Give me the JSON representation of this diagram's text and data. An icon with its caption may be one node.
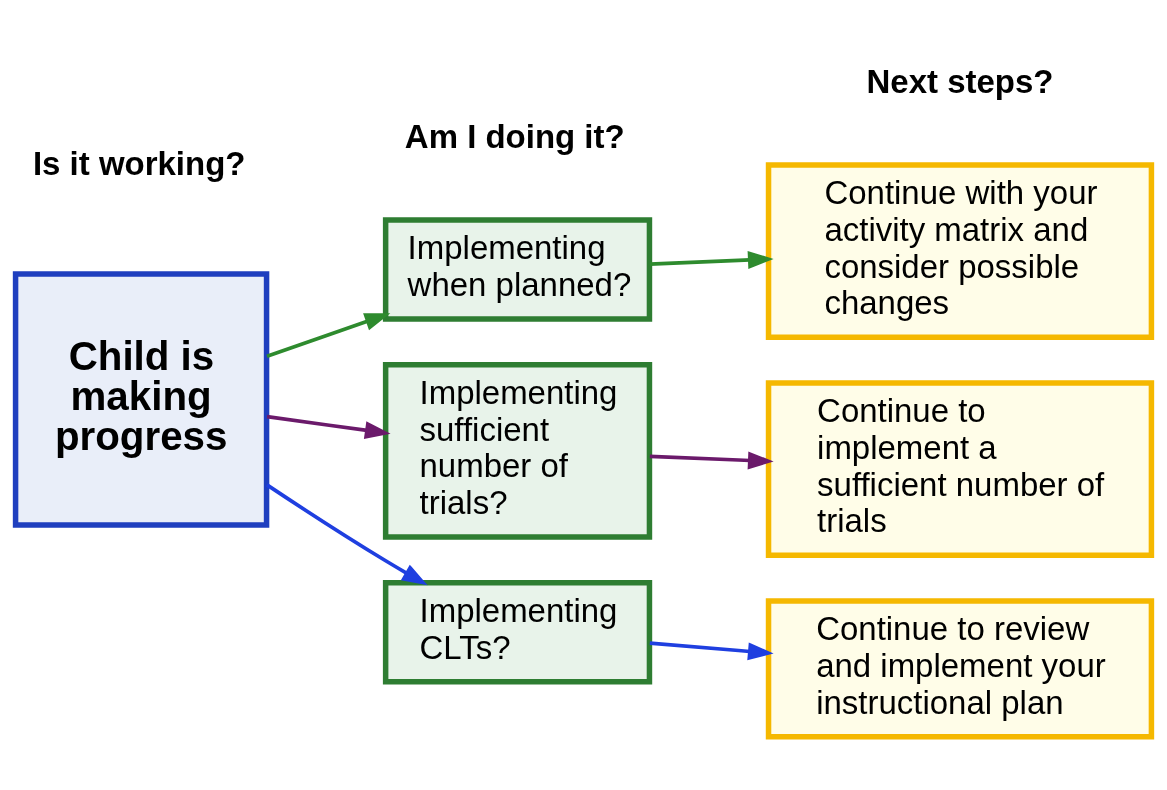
{
  "diagram": {
    "nodes": [
      {
        "text": [
          "Child is making progress"
        ]
      },
      {
        "text": [
          "Implementing when planned?"
        ]
      },
      {
        "text": [
          "Continue with your activity matrix and consider possible changes"
        ]
      },
      {
        "text": [
          "Implementing sufficient number of trials?"
        ]
      },
      {
        "text": [
          "Continue to implement a sufficient number of trials"
        ]
      },
      {
        "text": [
          "Implementing CLTs?"
        ]
      },
      {
        "text": [
          "Continue to review and implement your instructional plan"
        ]
      }
    ],
    "edges": [
      {
        "from": 0,
        "to": 1,
        "arrow": "to",
        "color": "#2e8b2e"
      },
      {
        "from": 0,
        "to": 3,
        "arrow": "to",
        "color": "#6b1a6b"
      },
      {
        "from": 0,
        "to": 5,
        "arrow": "to",
        "color": "#1f3fe0"
      },
      {
        "from": 1,
        "to": 2,
        "arrow": "to",
        "color": "#2e8b2e"
      },
      {
        "from": 3,
        "to": 4,
        "arrow": "to",
        "color": "#6b1a6b"
      },
      {
        "from": 5,
        "to": 6,
        "arrow": "to",
        "color": "#1f3fe0"
      }
    ],
    "labels": [
      "Is it working?",
      "Am I doing it?",
      "Next steps?"
    ]
  }
}
